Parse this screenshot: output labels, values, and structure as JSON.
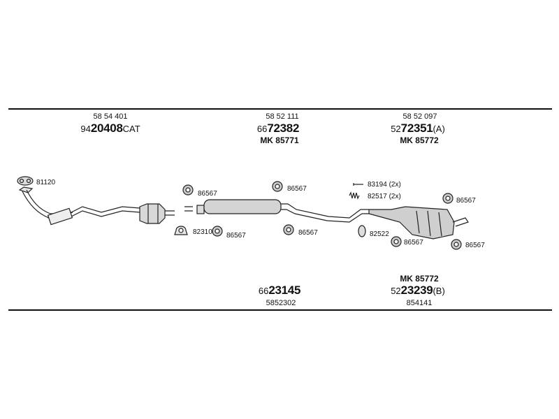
{
  "groups": {
    "g1": {
      "top": "58 54 401",
      "prefix": "94",
      "bold": "20408",
      "suffix": "CAT"
    },
    "g2": {
      "top": "58 52 111",
      "prefix": "66",
      "bold": "72382",
      "suffix": "",
      "mk": "MK  85771"
    },
    "g3": {
      "top": "58 52 097",
      "prefix": "52",
      "bold": "72351",
      "suffix": "(A)",
      "mk": "MK  85772"
    }
  },
  "bottom": {
    "b1": {
      "prefix": "66",
      "bold": "23145",
      "sub": "5852302"
    },
    "b2": {
      "mk": "MK  85772",
      "prefix": "52",
      "bold": "23239",
      "suffix": "(B)",
      "sub": "854141"
    }
  },
  "parts": {
    "p81120": "81120",
    "p86567_a": "86567",
    "p82310": "82310",
    "p86567_b": "86567",
    "p86567_c": "86567",
    "p86567_d": "86567",
    "p83194": "83194 (2x)",
    "p82517": "82517 (2x)",
    "p82522": "82522",
    "p86567_e": "86567",
    "p86567_f": "86567",
    "p86567_g": "86567"
  }
}
